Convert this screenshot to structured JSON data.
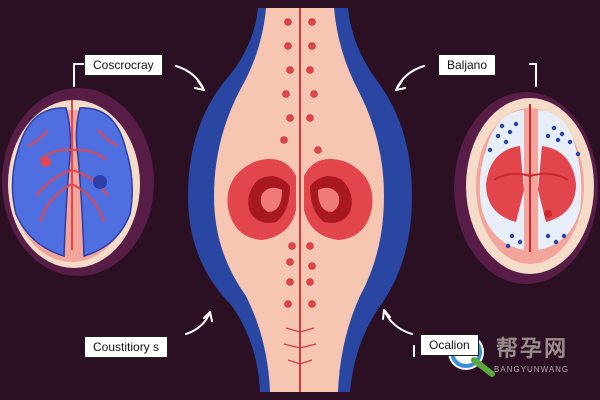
{
  "labels": {
    "top_left": "Coscrocray",
    "top_right": "Baljano",
    "bottom_left": "Coustitiory s",
    "bottom_right": "Ocalion"
  },
  "watermark": {
    "main": "帮孕网",
    "sub": "BANGYUNWANG"
  },
  "colors": {
    "background": "#2b0f23",
    "center_blue": "#2846a2",
    "center_skin": "#f6c6b3",
    "organ_red": "#e2454b",
    "blue_tissue": "#4f6fe0",
    "cream": "#f4dcc9"
  }
}
